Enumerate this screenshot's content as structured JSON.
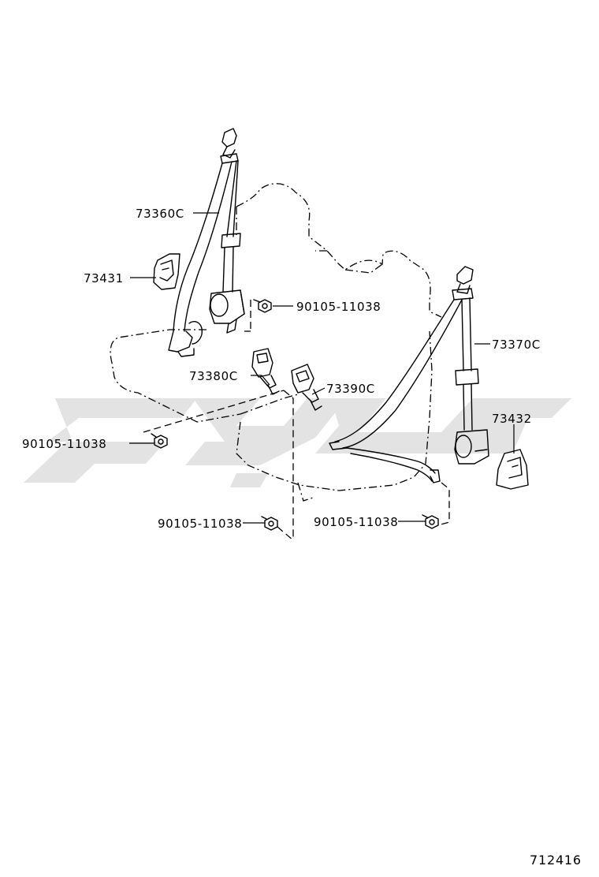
{
  "diagram": {
    "figure_number": "712416",
    "parts": {
      "belt_front_outer": "73360C",
      "belt_rear_outer": "73370C",
      "cover_left": "73431",
      "cover_right": "73432",
      "buckle_inner_left": "73380C",
      "buckle_inner_right": "73390C",
      "bolt_retractor_left": "90105-11038",
      "bolt_anchor_left": "90105-11038",
      "bolt_buckle_center": "90105-11038",
      "bolt_anchor_right": "90105-11038"
    }
  }
}
